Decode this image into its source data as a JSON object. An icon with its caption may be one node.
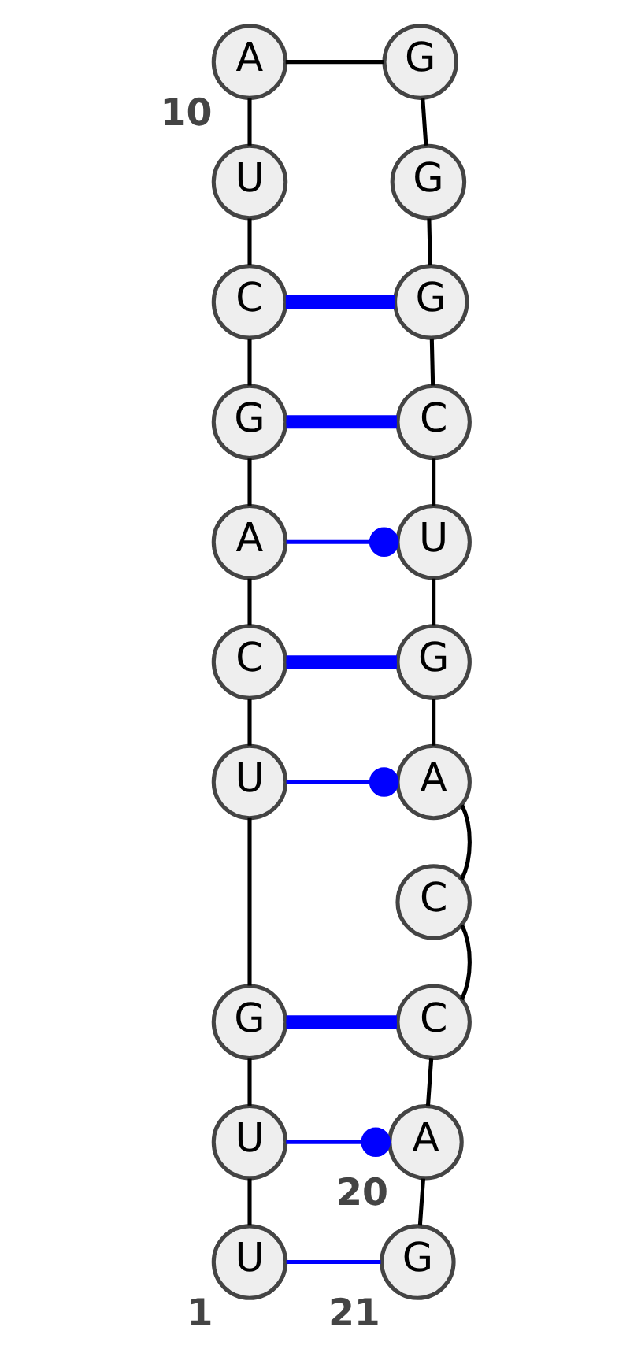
{
  "diagram": {
    "nodes": [
      {
        "text": [
          "U"
        ],
        "beside": [
          "1"
        ]
      },
      {
        "text": [
          "U"
        ]
      },
      {
        "text": [
          "G"
        ]
      },
      {
        "text": [
          "U"
        ]
      },
      {
        "text": [
          "C"
        ]
      },
      {
        "text": [
          "A"
        ]
      },
      {
        "text": [
          "G"
        ]
      },
      {
        "text": [
          "C"
        ]
      },
      {
        "text": [
          "U"
        ]
      },
      {
        "text": [
          "A"
        ],
        "beside": [
          "10"
        ]
      },
      {
        "text": [
          "G"
        ]
      },
      {
        "text": [
          "G"
        ]
      },
      {
        "text": [
          "G"
        ]
      },
      {
        "text": [
          "C"
        ]
      },
      {
        "text": [
          "U"
        ]
      },
      {
        "text": [
          "G"
        ]
      },
      {
        "text": [
          "A"
        ]
      },
      {
        "text": [
          "C"
        ]
      },
      {
        "text": [
          "C"
        ]
      },
      {
        "text": [
          "A"
        ],
        "beside": [
          "20"
        ]
      },
      {
        "text": [
          "G"
        ],
        "beside": [
          "21"
        ]
      }
    ],
    "edges": [
      {
        "from": 0,
        "to": 1,
        "arrow": "none"
      },
      {
        "from": 1,
        "to": 2,
        "arrow": "none"
      },
      {
        "from": 2,
        "to": 3,
        "arrow": "none"
      },
      {
        "from": 3,
        "to": 4,
        "arrow": "none"
      },
      {
        "from": 4,
        "to": 5,
        "arrow": "none"
      },
      {
        "from": 5,
        "to": 6,
        "arrow": "none"
      },
      {
        "from": 6,
        "to": 7,
        "arrow": "none"
      },
      {
        "from": 7,
        "to": 8,
        "arrow": "none"
      },
      {
        "from": 8,
        "to": 9,
        "arrow": "none"
      },
      {
        "from": 9,
        "to": 10,
        "arrow": "none"
      },
      {
        "from": 10,
        "to": 11,
        "arrow": "none"
      },
      {
        "from": 11,
        "to": 12,
        "arrow": "none"
      },
      {
        "from": 12,
        "to": 13,
        "arrow": "none"
      },
      {
        "from": 13,
        "to": 14,
        "arrow": "none"
      },
      {
        "from": 14,
        "to": 15,
        "arrow": "none"
      },
      {
        "from": 15,
        "to": 16,
        "arrow": "none"
      },
      {
        "from": 16,
        "to": 17,
        "arrow": "none"
      },
      {
        "from": 17,
        "to": 18,
        "arrow": "none"
      },
      {
        "from": 18,
        "to": 19,
        "arrow": "none"
      },
      {
        "from": 19,
        "to": 20,
        "arrow": "none"
      },
      {
        "from": 0,
        "to": 20,
        "arrow": "none",
        "color": "#0000ff"
      },
      {
        "from": 1,
        "to": 19,
        "arrow": "other",
        "color": "#0000ff"
      },
      {
        "from": 2,
        "to": 18,
        "arrow": "none",
        "style": "thick",
        "color": "#0000ff"
      },
      {
        "from": 3,
        "to": 16,
        "arrow": "other",
        "color": "#0000ff"
      },
      {
        "from": 4,
        "to": 15,
        "arrow": "none",
        "style": "thick",
        "color": "#0000ff"
      },
      {
        "from": 5,
        "to": 14,
        "arrow": "other",
        "color": "#0000ff"
      },
      {
        "from": 6,
        "to": 13,
        "arrow": "none",
        "style": "thick",
        "color": "#0000ff"
      },
      {
        "from": 7,
        "to": 12,
        "arrow": "none",
        "style": "thick",
        "color": "#0000ff"
      }
    ]
  }
}
